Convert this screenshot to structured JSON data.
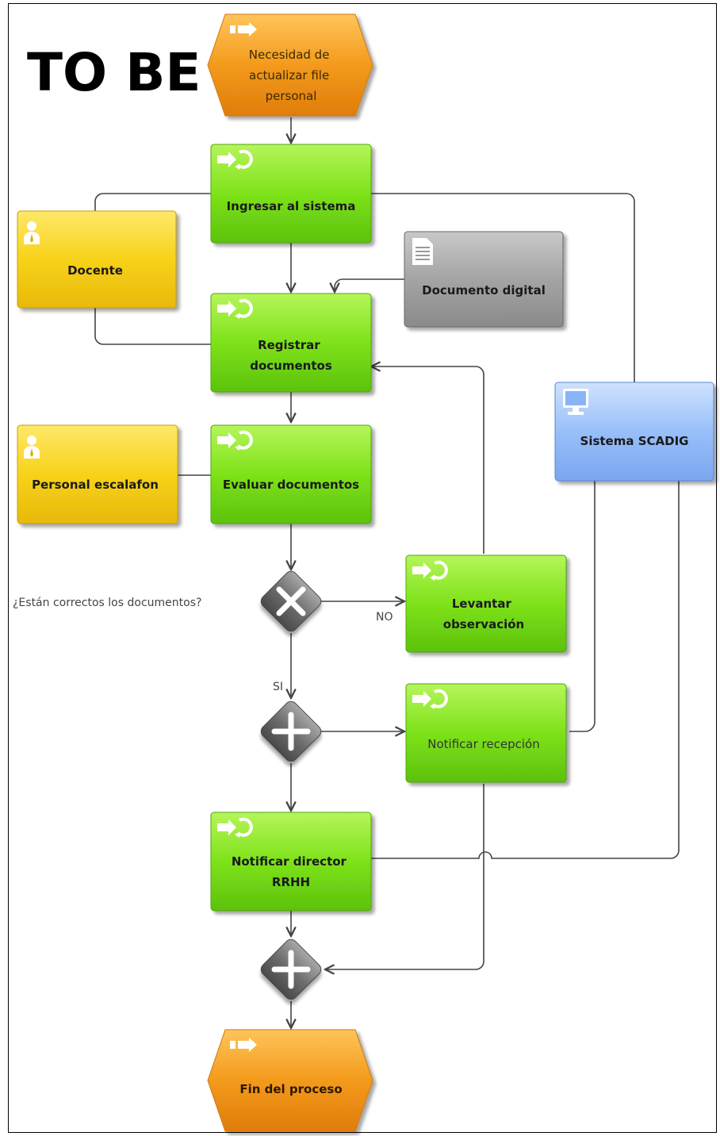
{
  "title": "TO BE",
  "start_event": {
    "lines": [
      "Necesidad de",
      "actualizar file",
      "personal"
    ]
  },
  "end_event": {
    "lines": [
      "Fin del proceso"
    ]
  },
  "functions": {
    "ingresar": {
      "lines": [
        "Ingresar al sistema"
      ]
    },
    "registrar": {
      "lines": [
        "Registrar",
        "documentos"
      ]
    },
    "evaluar": {
      "lines": [
        "Evaluar documentos"
      ]
    },
    "levantar": {
      "lines": [
        "Levantar",
        "observación"
      ]
    },
    "notificar_recepcion": {
      "lines": [
        "Notificar recepción"
      ]
    },
    "notificar_director": {
      "lines": [
        "Notificar director",
        "RRHH"
      ]
    }
  },
  "roles": {
    "docente": "Docente",
    "personal": "Personal escalafon"
  },
  "document": "Documento digital",
  "system": "Sistema SCADIG",
  "decision_question": "¿Están correctos los documentos?",
  "branch_labels": {
    "no": "NO",
    "yes": "SI"
  },
  "colors": {
    "function_green": "#7ee21a",
    "event_orange": "#f39a1c",
    "role_yellow": "#f7d21a",
    "document_gray": "#9a9a9a",
    "system_blue": "#8ab4f8",
    "gateway_gray": "#7a7a7a"
  },
  "icons": {
    "function": "process-arrow-icon",
    "event": "event-arrow-icon",
    "role": "person-icon",
    "document": "document-icon",
    "system": "monitor-icon",
    "xor": "xor-gateway-icon",
    "and": "and-gateway-icon"
  }
}
